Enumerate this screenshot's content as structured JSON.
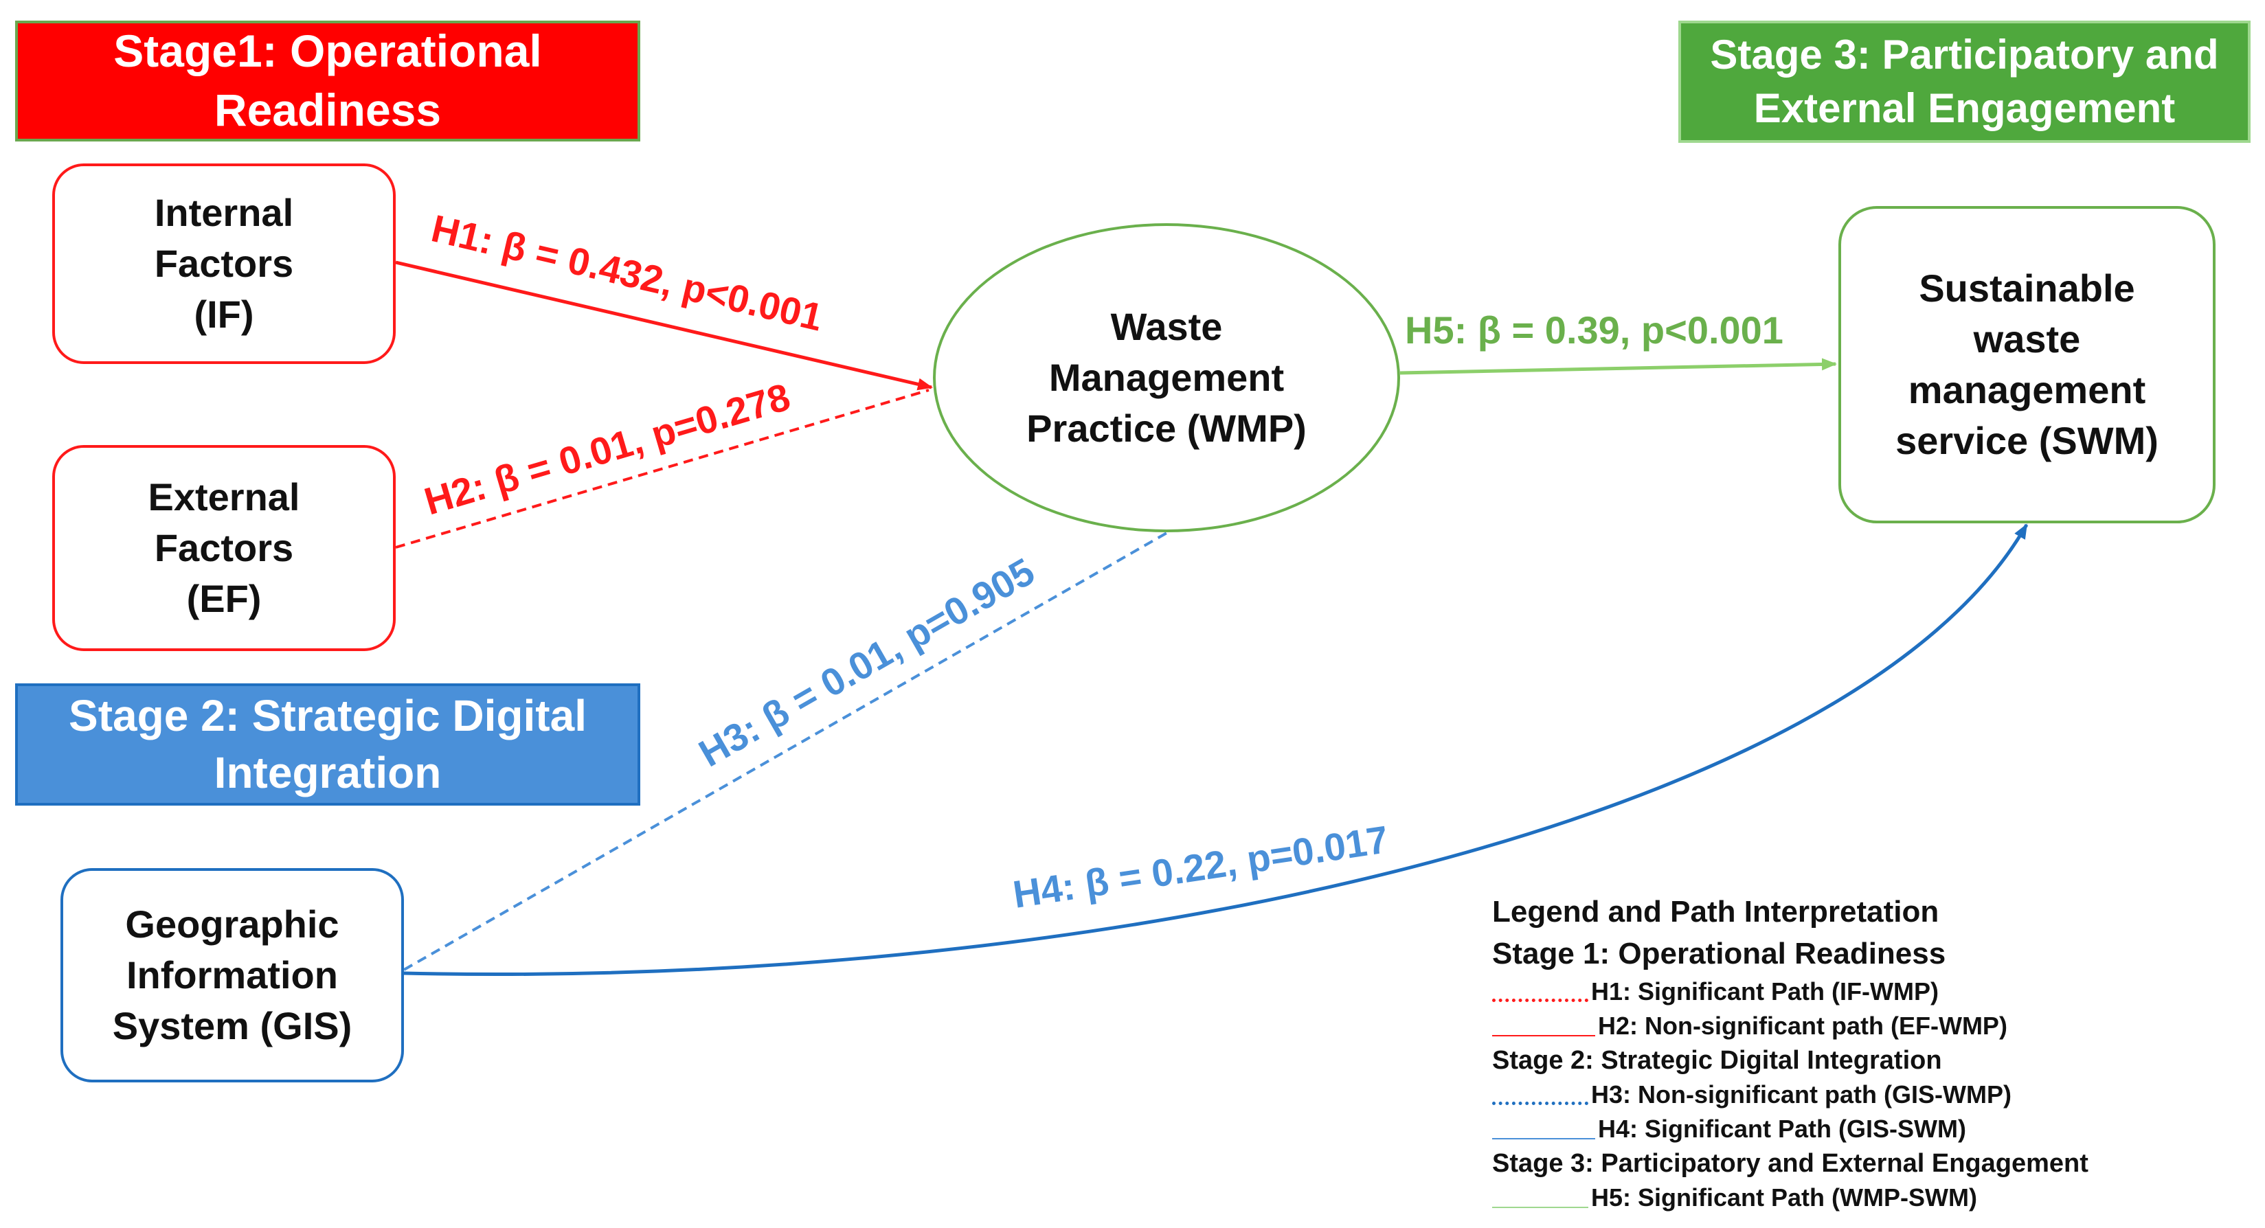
{
  "stages": {
    "stage1": "Stage1: Operational Readiness",
    "stage2": "Stage 2: Strategic Digital Integration",
    "stage3": "Stage 3: Participatory and External Engagement"
  },
  "nodes": {
    "if": "Internal Factors (IF)",
    "ef": "External Factors (EF)",
    "gis": "Geographic Information System (GIS)",
    "wmp": "Waste Management Practice (WMP)",
    "swm": "Sustainable waste management service (SWM)"
  },
  "paths": [
    {
      "id": "H1",
      "from": "IF",
      "to": "WMP",
      "label": "H1: β = 0.432, p<0.001",
      "beta": 0.432,
      "p": "<0.001",
      "significant": true,
      "style": "solid",
      "color": "#ff1a1a"
    },
    {
      "id": "H2",
      "from": "EF",
      "to": "WMP",
      "label": "H2: β = 0.01, p=0.278",
      "beta": 0.01,
      "p": "0.278",
      "significant": false,
      "style": "dashed",
      "color": "#ff1a1a"
    },
    {
      "id": "H3",
      "from": "GIS",
      "to": "WMP",
      "label": "H3: β = 0.01, p=0.905",
      "beta": 0.01,
      "p": "0.905",
      "significant": false,
      "style": "dashed",
      "color": "#4a90d9"
    },
    {
      "id": "H4",
      "from": "GIS",
      "to": "SWM",
      "label": "H4: β = 0.22, p=0.017",
      "beta": 0.22,
      "p": "0.017",
      "significant": true,
      "style": "solid",
      "color": "#1f6fc0"
    },
    {
      "id": "H5",
      "from": "WMP",
      "to": "SWM",
      "label": "H5: β = 0.39, p<0.001",
      "beta": 0.39,
      "p": "<0.001",
      "significant": true,
      "style": "solid",
      "color": "#8ccf6a"
    }
  ],
  "legend": {
    "title": "Legend  and Path Interpretation",
    "stage1": "Stage 1: Operational Readiness",
    "h1": "H1:  Significant Path (IF-WMP)",
    "h2": "H2:  Non-significant path (EF-WMP)",
    "stage2": "Stage 2: Strategic Digital Integration",
    "h3": "H3:  Non-significant path  (GIS-WMP)",
    "h4": "H4: Significant Path (GIS-SWM)",
    "stage3": "Stage 3: Participatory and External Engagement",
    "h5": "H5: Significant Path (WMP-SWM)"
  }
}
